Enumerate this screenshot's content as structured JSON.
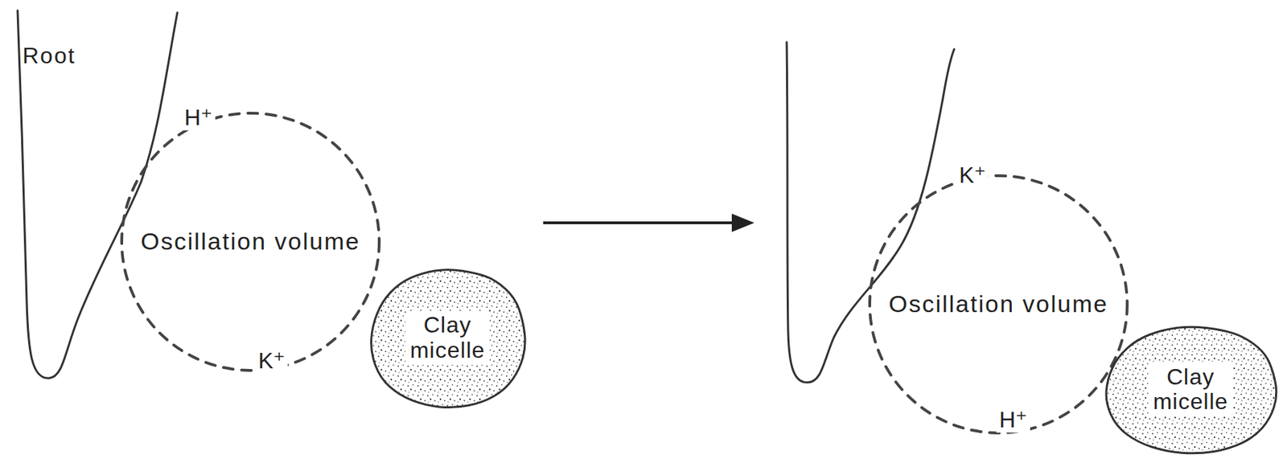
{
  "diagram": {
    "nodes": [
      {
        "text": [
          "Oscillation volume"
        ]
      },
      {
        "text": [
          "Clay micelle"
        ]
      },
      {
        "text": [
          "Oscillation volume"
        ]
      },
      {
        "text": [
          "Clay micelle"
        ]
      }
    ],
    "labels": [
      "Root",
      "H⁺",
      "K⁺",
      "K⁺",
      "H⁺"
    ]
  }
}
